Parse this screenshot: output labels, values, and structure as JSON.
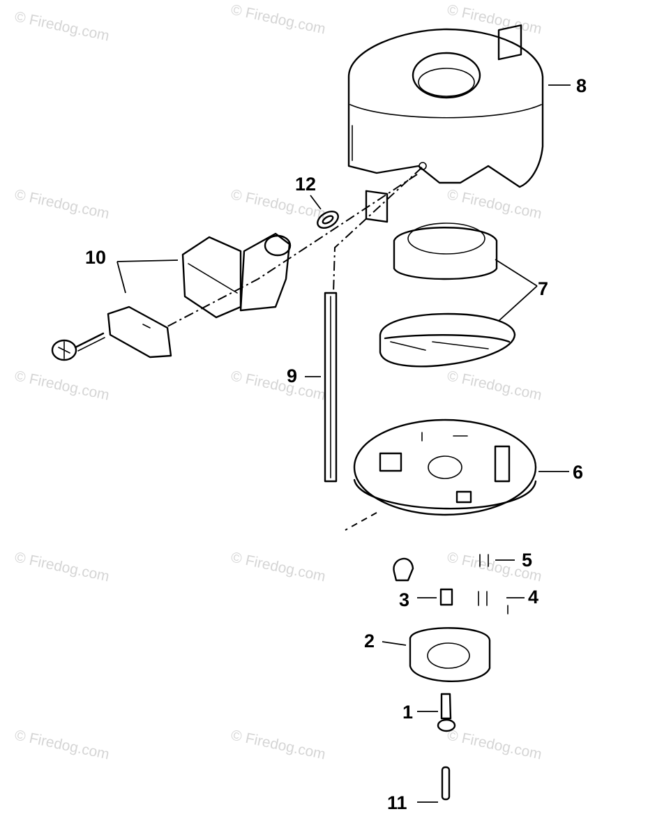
{
  "watermark": {
    "text": "© Firedog.com",
    "color": "#c8c8c8"
  },
  "diagram": {
    "part_numbers": [
      "1",
      "2",
      "3",
      "4",
      "5",
      "6",
      "7",
      "8",
      "9",
      "10",
      "11",
      "12"
    ]
  },
  "colors": {
    "ink": "#000000",
    "background": "#ffffff"
  }
}
